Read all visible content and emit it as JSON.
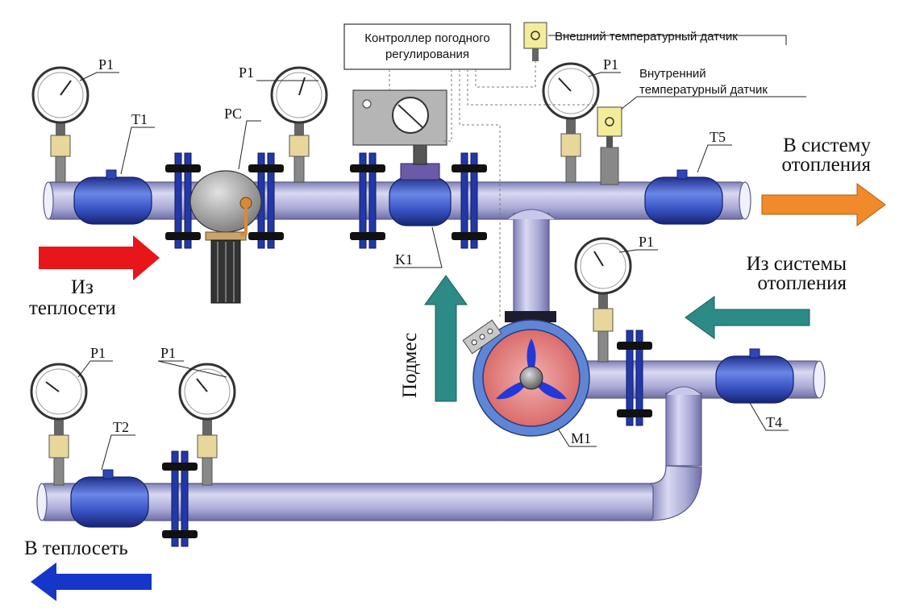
{
  "labels": {
    "controller_line1": "Контроллер погодного",
    "controller_line2": "регулирования",
    "outdoor_sensor": "Внешний температурный датчик",
    "indoor_sensor_line1": "Внутренний",
    "indoor_sensor_line2": "температурный датчик",
    "gauge": "P1",
    "t1": "T1",
    "t2": "T2",
    "t4": "T4",
    "t5": "T5",
    "rc": "PC",
    "k1": "K1",
    "m1": "M1",
    "to_heating_line1": "В систему",
    "to_heating_line2": "отопления",
    "from_heating_line1": "Из системы",
    "from_heating_line2": "отопления",
    "from_network_line1": "Из",
    "from_network_line2": "теплосети",
    "to_network": "В теплосеть",
    "mixing": "Подмес"
  },
  "colors": {
    "pipe": "#a9a9d6",
    "fitting": "#2f46b8",
    "flange": "#2238a8",
    "arrow_hot": "#e8151a",
    "arrow_out": "#f08a2a",
    "arrow_return": "#2c8a87",
    "arrow_cold": "#1536c8",
    "pump_body": "#d96565",
    "pump_ring": "#5f86d6",
    "controller_box": "#b5b5b5"
  },
  "icons": {
    "gauge": "pressure-gauge-icon",
    "valve": "control-valve-icon",
    "pump": "circulation-pump-icon",
    "sensor": "temperature-sensor-icon"
  }
}
